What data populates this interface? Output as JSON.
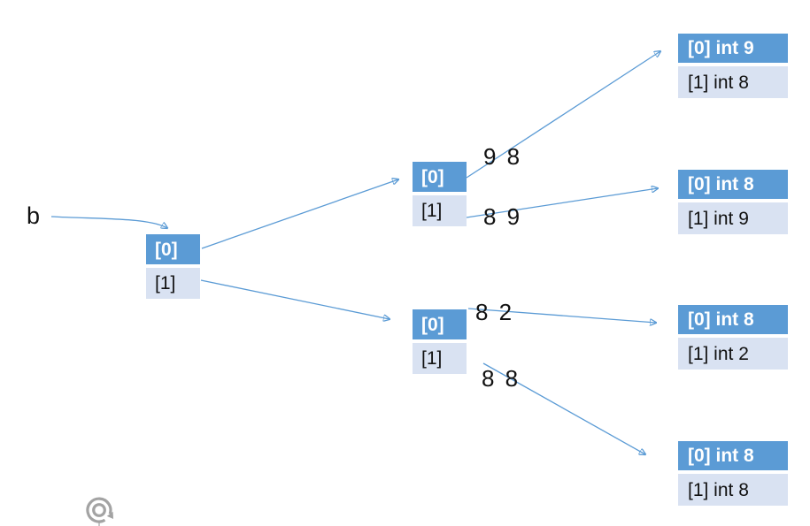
{
  "diagram": {
    "variable_label": "b",
    "root": {
      "cells": [
        "[0]",
        "[1]"
      ]
    },
    "level2": [
      {
        "cells": [
          "[0]",
          "[1]"
        ]
      },
      {
        "cells": [
          "[0]",
          "[1]"
        ]
      }
    ],
    "leaves": [
      {
        "header": "[0] int 9",
        "body": "[1] int 8"
      },
      {
        "header": "[0] int 8",
        "body": "[1] int 9"
      },
      {
        "header": "[0] int 8",
        "body": "[1] int 2"
      },
      {
        "header": "[0] int 8",
        "body": "[1] int 8"
      }
    ],
    "edge_value_labels": [
      "9 8",
      "8 9",
      "8 2",
      "8 8"
    ],
    "colors": {
      "header_blue": "#5B9BD5",
      "row_light_blue": "#D9E2F2",
      "arrow_blue": "#5B9BD5",
      "text_black": "#111111",
      "header_text_white": "#FFFFFF",
      "watermark_gray": "#A3A3A3"
    }
  }
}
